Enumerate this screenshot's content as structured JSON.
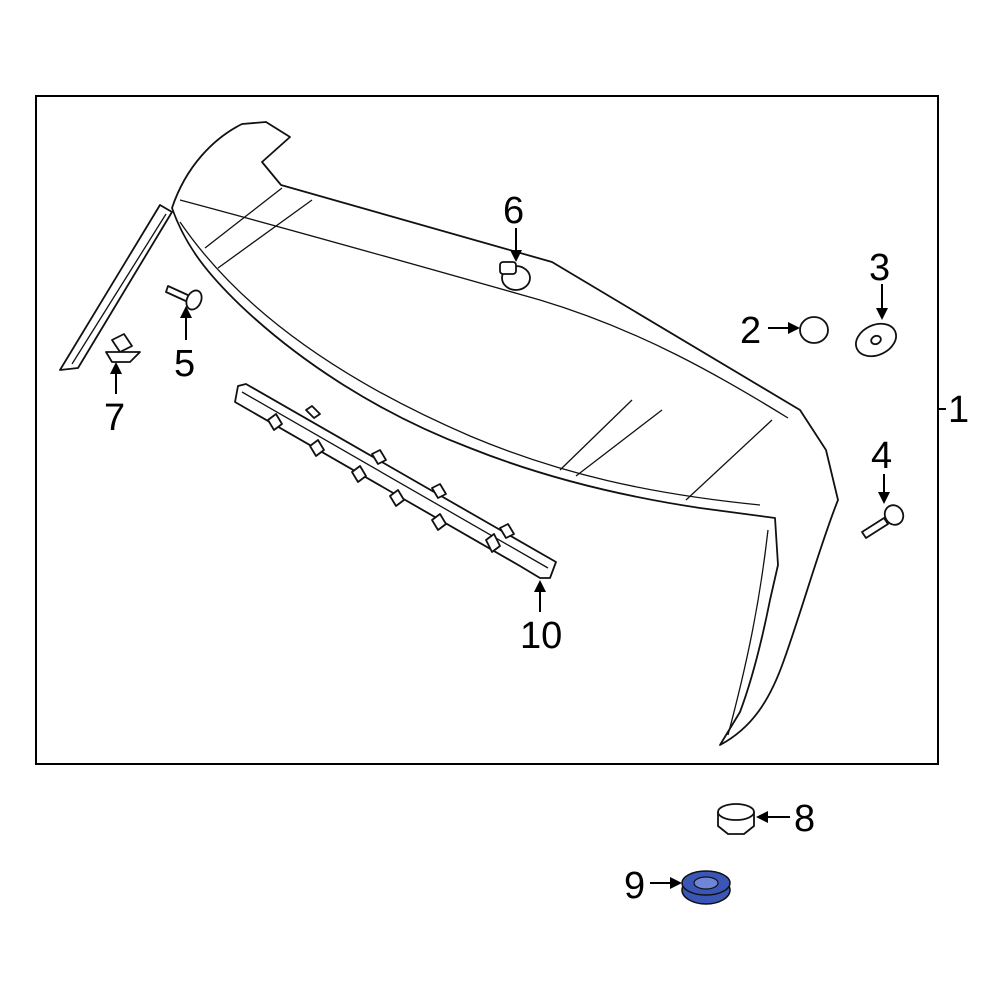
{
  "diagram": {
    "callouts": {
      "c1": "1",
      "c2": "2",
      "c3": "3",
      "c4": "4",
      "c5": "5",
      "c6": "6",
      "c7": "7",
      "c8": "8",
      "c9": "9",
      "c10": "10"
    },
    "highlight_color": "#3a57b8"
  }
}
